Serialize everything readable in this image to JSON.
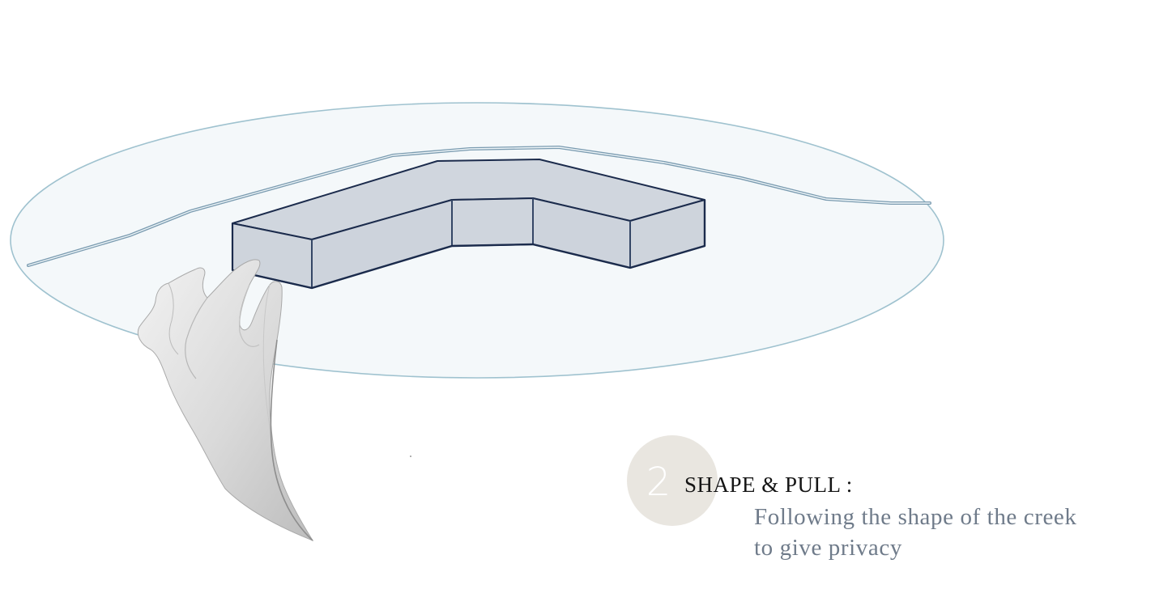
{
  "step": {
    "number": "2",
    "title": "SHAPE & PULL :",
    "description_lines": [
      "Following the shape of the creek",
      "to give privacy"
    ]
  },
  "colors": {
    "site_fill": "#f4f8fa",
    "site_outline": "#9fc2cf",
    "creek_line": "#7a9bb0",
    "building_fill": "#cdd3dc",
    "building_outline": "#1b2b4c",
    "edge_line": "#4e6280",
    "hand": "#dcdcdc",
    "step_circle": "#e9e6e0",
    "title_text": "#151515",
    "desc_text": "#6f7b8a"
  },
  "icons": [
    "hand-icon"
  ]
}
